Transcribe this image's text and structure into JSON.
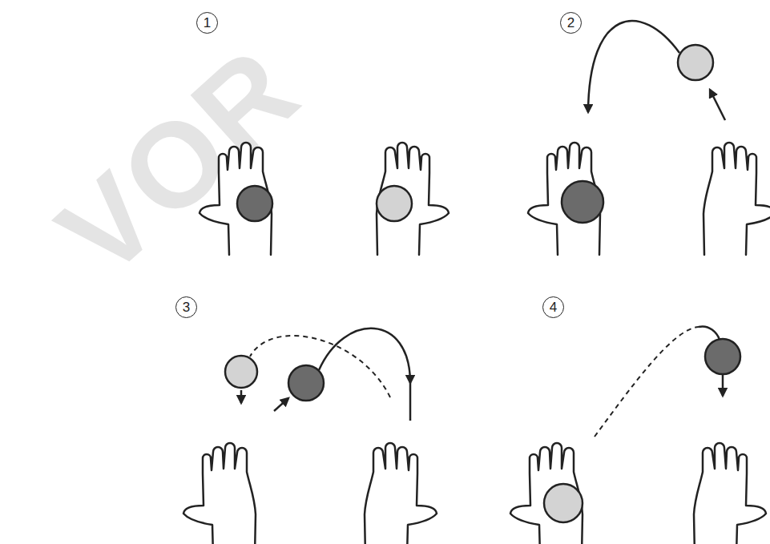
{
  "diagram": {
    "nodes": [
      {
        "text": [
          "1"
        ]
      },
      {
        "text": [
          "2"
        ]
      },
      {
        "text": [
          "3"
        ]
      },
      {
        "text": [
          "4"
        ]
      }
    ],
    "edges": [],
    "labels": [
      "VOR"
    ]
  }
}
